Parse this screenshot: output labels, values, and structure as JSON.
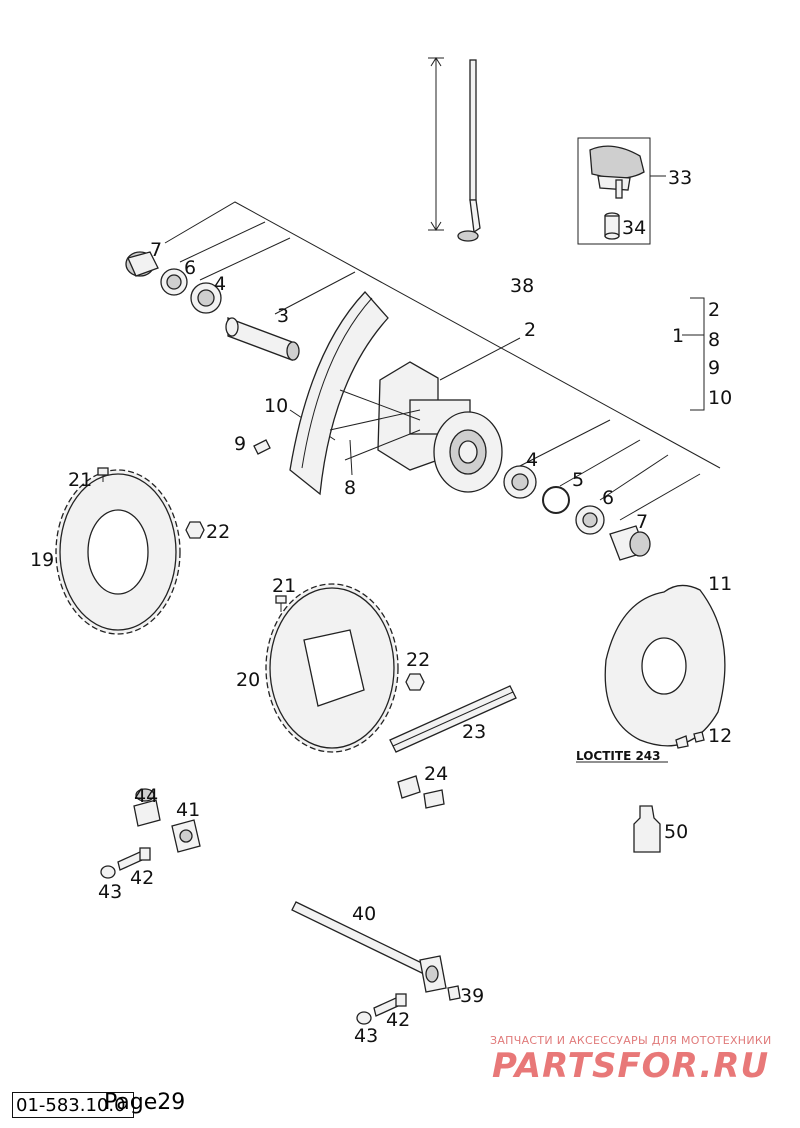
{
  "labels": {
    "l7a": "7",
    "l6a": "6",
    "l4a": "4",
    "l3": "3",
    "l2": "2",
    "l38": "38",
    "l33": "33",
    "l34": "34",
    "l1": "1",
    "l1_2": "2",
    "l1_8": "8",
    "l1_9": "9",
    "l1_10": "10",
    "l10": "10",
    "l9": "9",
    "l8": "8",
    "l4b": "4",
    "l5": "5",
    "l6b": "6",
    "l7b": "7",
    "l21a": "21",
    "l22a": "22",
    "l19": "19",
    "l21b": "21",
    "l20": "20",
    "l22b": "22",
    "l11": "11",
    "l12": "12",
    "l23": "23",
    "l24": "24",
    "l44": "44",
    "l41": "41",
    "l42a": "42",
    "l43a": "43",
    "l40": "40",
    "l39": "39",
    "l42b": "42",
    "l43b": "43",
    "l50": "50"
  },
  "loctite": "LOCTITE 243",
  "footer": {
    "doc_number": "01-583.10.0",
    "page": "Page29"
  },
  "watermark": {
    "tagline": "ЗАПЧАСТИ И АКСЕССУАРЫ ДЛЯ МОТОТЕХНИКИ",
    "brand": "PARTSFOR.RU"
  }
}
